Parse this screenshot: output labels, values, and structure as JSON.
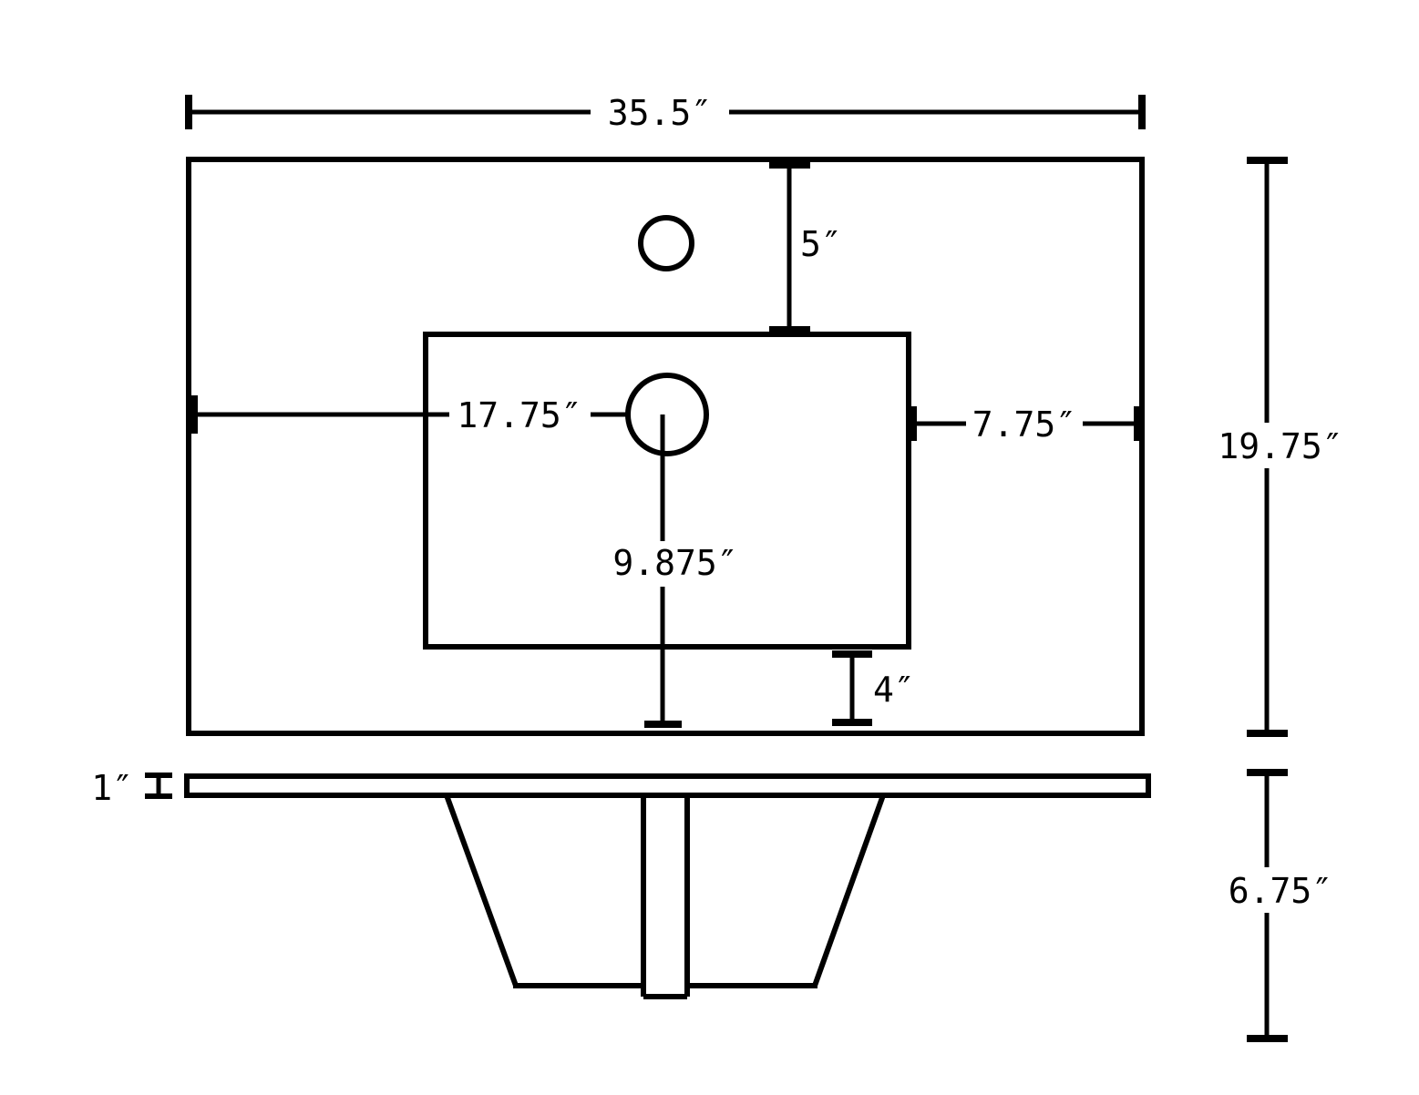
{
  "diagram": {
    "labels": {
      "overall_width": "35.5″",
      "faucet_offset": "5″",
      "drain_from_left": "17.75″",
      "bowl_right_gap": "7.75″",
      "drain_to_front": "9.875″",
      "bowl_front_gap": "4″",
      "overall_depth": "19.75″",
      "deck_thickness": "1″",
      "bowl_depth": "6.75″"
    }
  }
}
